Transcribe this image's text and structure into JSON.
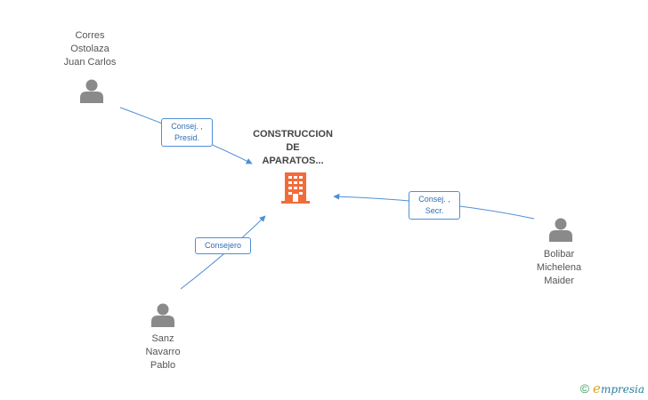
{
  "company": {
    "lines": [
      "CONSTRUCCION",
      "DE",
      "APARATOS..."
    ],
    "icon": "building-icon",
    "color": "#f26b3a"
  },
  "persons": [
    {
      "id": "correa",
      "lines": [
        "Corres",
        "Ostolaza",
        "Juan Carlos"
      ],
      "icon": "person-icon"
    },
    {
      "id": "sanz",
      "lines": [
        "Sanz",
        "Navarro",
        "Pablo"
      ],
      "icon": "person-icon"
    },
    {
      "id": "bolibar",
      "lines": [
        "Bolibar",
        "Michelena",
        "Maider"
      ],
      "icon": "person-icon"
    }
  ],
  "roles": [
    {
      "for": "correa",
      "lines": [
        "Consej. ,",
        "Presid."
      ]
    },
    {
      "for": "sanz",
      "lines": [
        "Consejero"
      ]
    },
    {
      "for": "bolibar",
      "lines": [
        "Consej. ,",
        "Secr."
      ]
    }
  ],
  "footer": {
    "copyright_symbol": "©",
    "brand_initial": "e",
    "brand_rest": "mpresia"
  },
  "colors": {
    "line": "#4f8fd6",
    "person": "#8a8a8a",
    "text": "#555555"
  }
}
